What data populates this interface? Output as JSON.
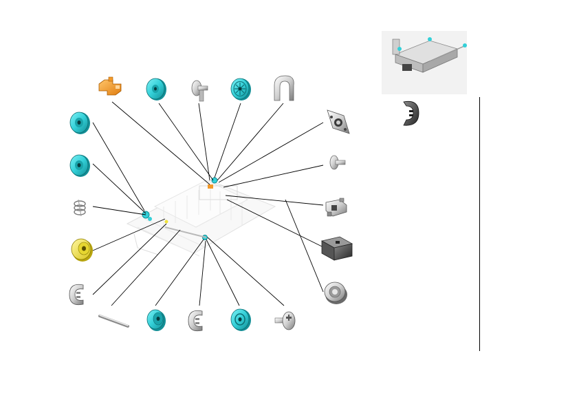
{
  "diagram": {
    "colors": {
      "teal": "#33d0d8",
      "teal_dark": "#0f8c92",
      "gray": "#d4d4d4",
      "gray_dark": "#6a6a6a",
      "orange": "#f39a2a",
      "yellow": "#efe23a",
      "dark": "#333333",
      "leader": "#000000"
    },
    "parts": [
      {
        "id": "bracket-orange",
        "icon": "bracket-icon"
      },
      {
        "id": "roller-teal-1",
        "icon": "roller-icon"
      },
      {
        "id": "pin-gray-1",
        "icon": "pin-icon"
      },
      {
        "id": "gear-teal",
        "icon": "gear-icon"
      },
      {
        "id": "clip-gray",
        "icon": "clip-icon"
      },
      {
        "id": "plate-gray",
        "icon": "plate-icon"
      },
      {
        "id": "pin-gray-2",
        "icon": "pin-icon"
      },
      {
        "id": "connector-gray",
        "icon": "connector-icon"
      },
      {
        "id": "block-dark",
        "icon": "block-icon"
      },
      {
        "id": "bushing-gray",
        "icon": "bushing-icon"
      },
      {
        "id": "screw-gray",
        "icon": "screw-icon"
      },
      {
        "id": "roller-teal-2",
        "icon": "roller-icon"
      },
      {
        "id": "eclip-gray-1",
        "icon": "e-clip-icon"
      },
      {
        "id": "pulley-teal",
        "icon": "pulley-icon"
      },
      {
        "id": "shaft-gray",
        "icon": "shaft-icon"
      },
      {
        "id": "eclip-gray-2",
        "icon": "e-clip-icon"
      },
      {
        "id": "pulley-yellow",
        "icon": "pulley-icon"
      },
      {
        "id": "spring-gray",
        "icon": "spring-icon"
      },
      {
        "id": "roller-teal-3",
        "icon": "roller-icon"
      },
      {
        "id": "roller-teal-4",
        "icon": "roller-icon"
      }
    ],
    "detail_part": {
      "id": "eclip-dark",
      "icon": "e-clip-icon"
    },
    "overview": {
      "icon": "assembly-icon"
    }
  }
}
